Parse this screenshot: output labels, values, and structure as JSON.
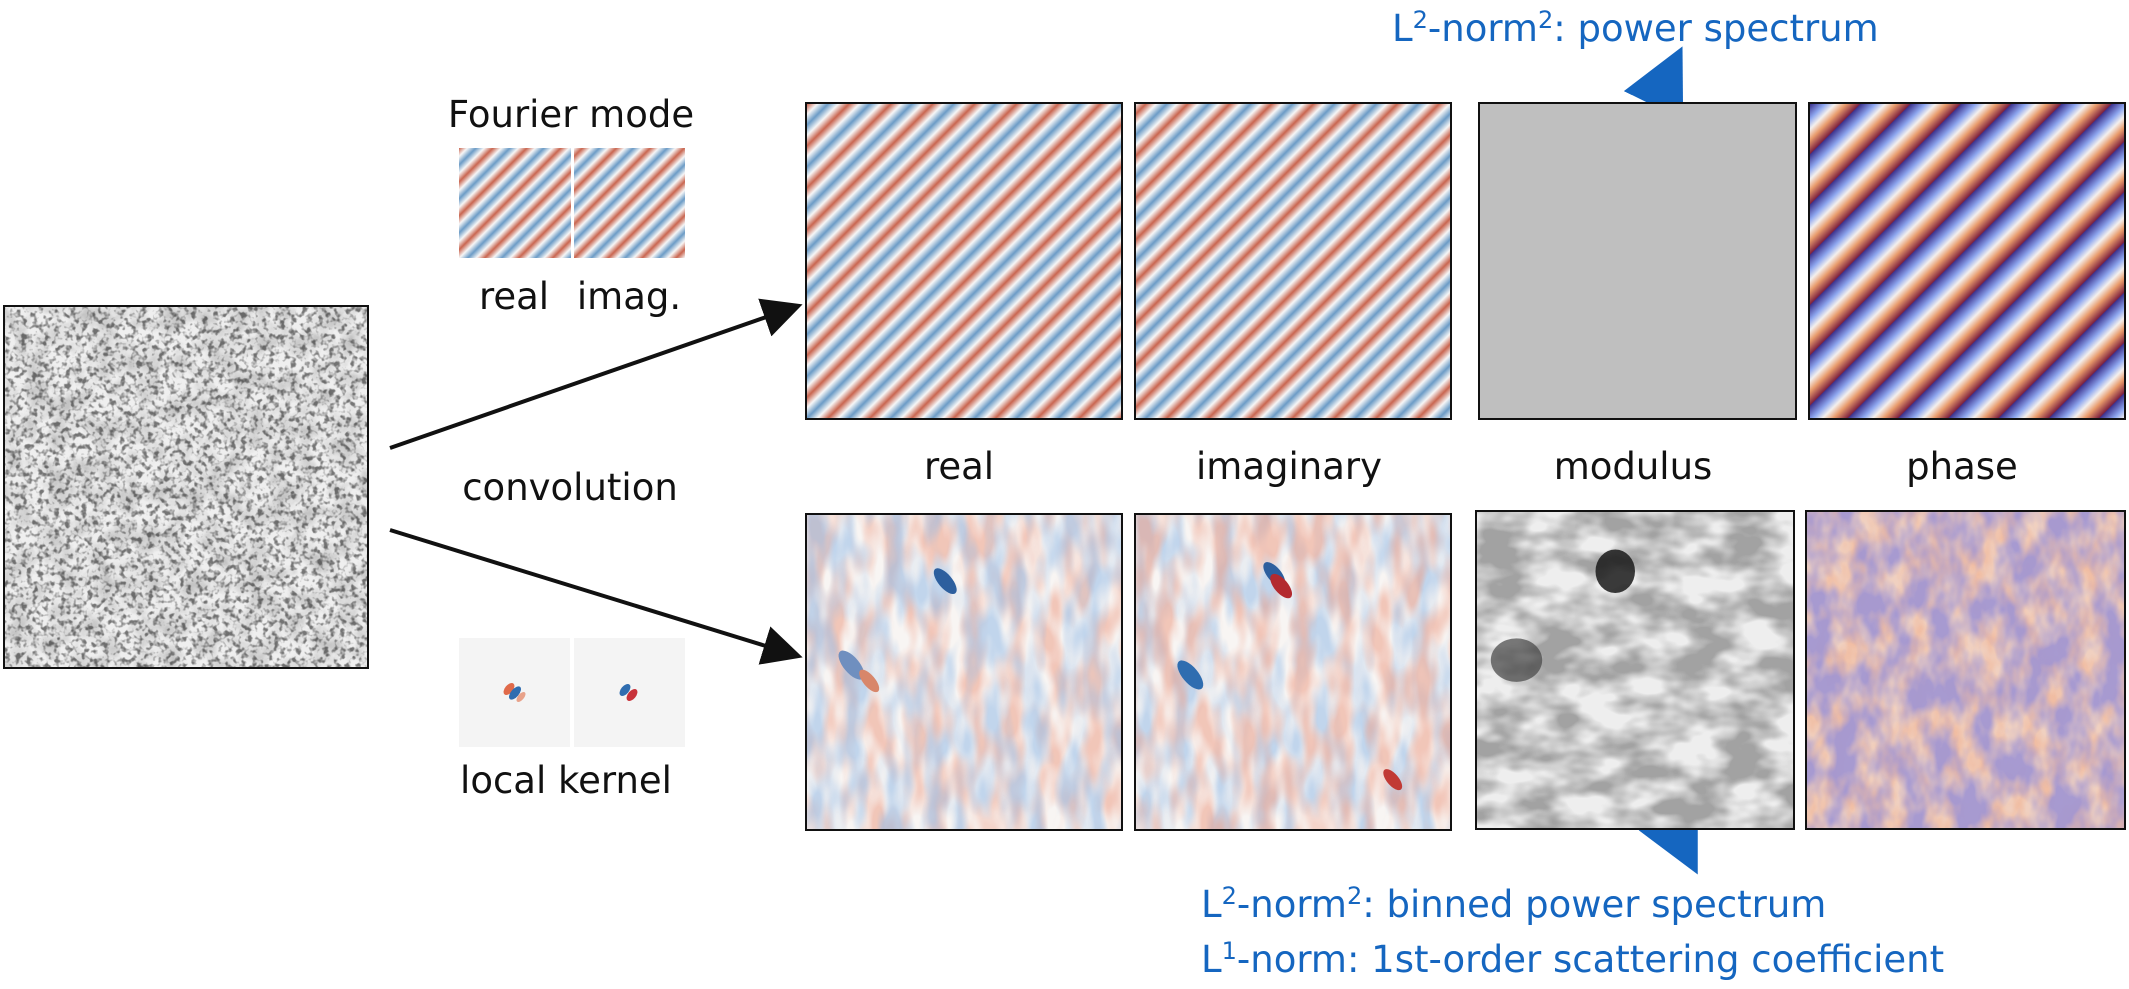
{
  "fourier_mode": {
    "title": "Fourier mode",
    "real_label": "real",
    "imag_label": "imag."
  },
  "convolution_label": "convolution",
  "local_kernel_label": "local kernel",
  "columns": {
    "real": "real",
    "imaginary": "imaginary",
    "modulus": "modulus",
    "phase": "phase"
  },
  "annotations": {
    "top_sup_prefix": "L",
    "top": {
      "p1": "L",
      "s1": "2",
      "p2": "-norm",
      "s2": "2",
      "p3": ": power spectrum"
    },
    "bottom1": {
      "p1": "L",
      "s1": "2",
      "p2": "-norm",
      "s2": "2",
      "p3": ": binned power spectrum"
    },
    "bottom2": {
      "p1": "L",
      "s1": "1",
      "p2": "-norm: 1st-order scattering coefficient"
    }
  },
  "colors": {
    "annotation": "#1566c0",
    "arrow": "#111111",
    "modulus_fill": "#bfbfbf"
  }
}
